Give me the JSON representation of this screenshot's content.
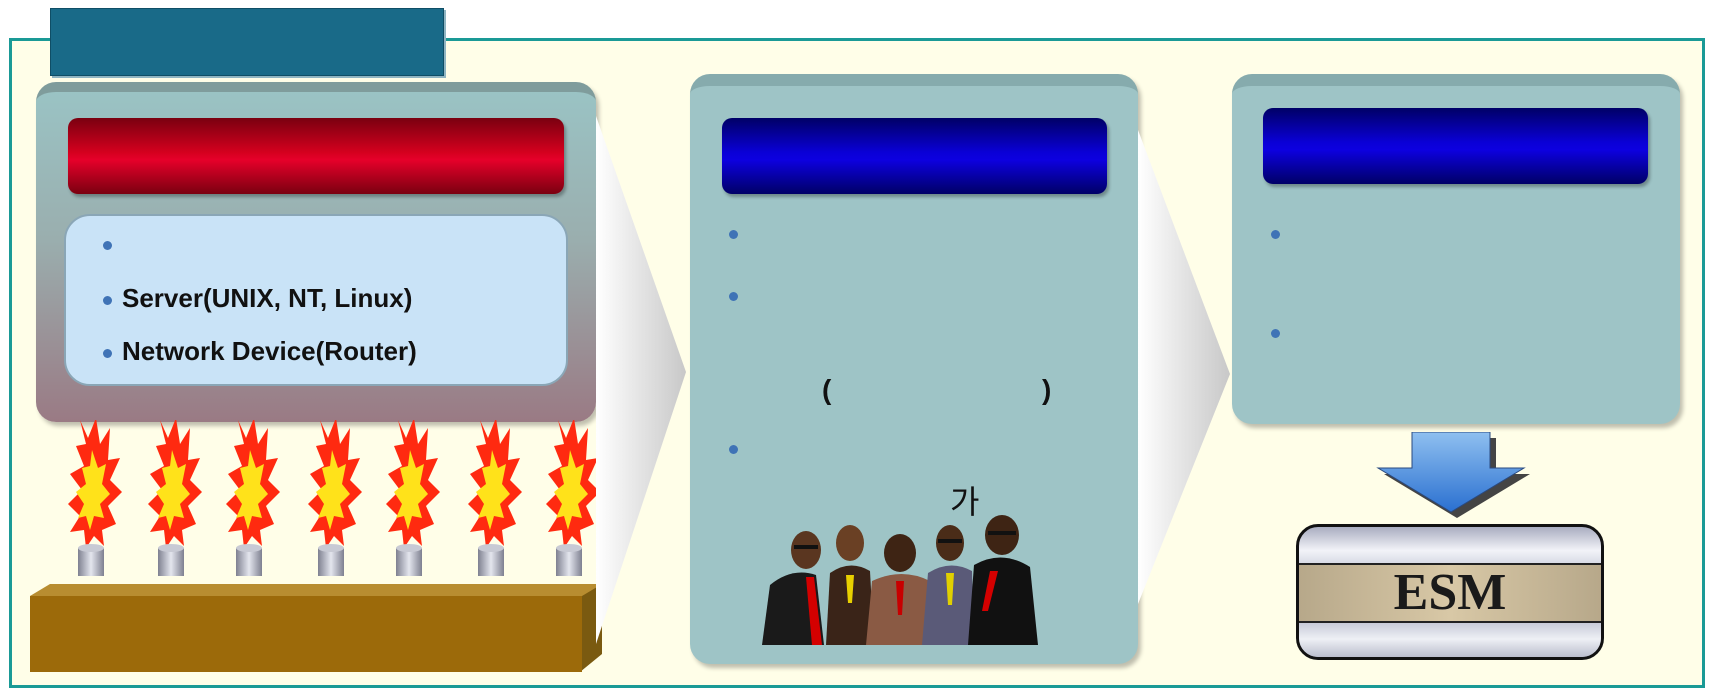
{
  "left_panel": {
    "items": [
      {
        "text": ""
      },
      {
        "text": "Server(UNIX, NT, Linux)"
      },
      {
        "text": "Network Device(Router)"
      }
    ]
  },
  "middle_panel": {
    "paren_open": "(",
    "paren_close": ")",
    "korean_text": "가"
  },
  "esm": {
    "label": "ESM"
  },
  "colors": {
    "frame_border": "#1a9a96",
    "frame_bg": "#fffee8",
    "title_tab": "#196a88",
    "header_red": "#d4001e",
    "header_blue": "#0a00d6",
    "panel_teal": "#9ec4c6",
    "bullet": "#3f73b6"
  },
  "icons": [
    "burner-flame-icon",
    "business-people-icon",
    "down-arrow-icon",
    "chevron-arrow-icon"
  ]
}
